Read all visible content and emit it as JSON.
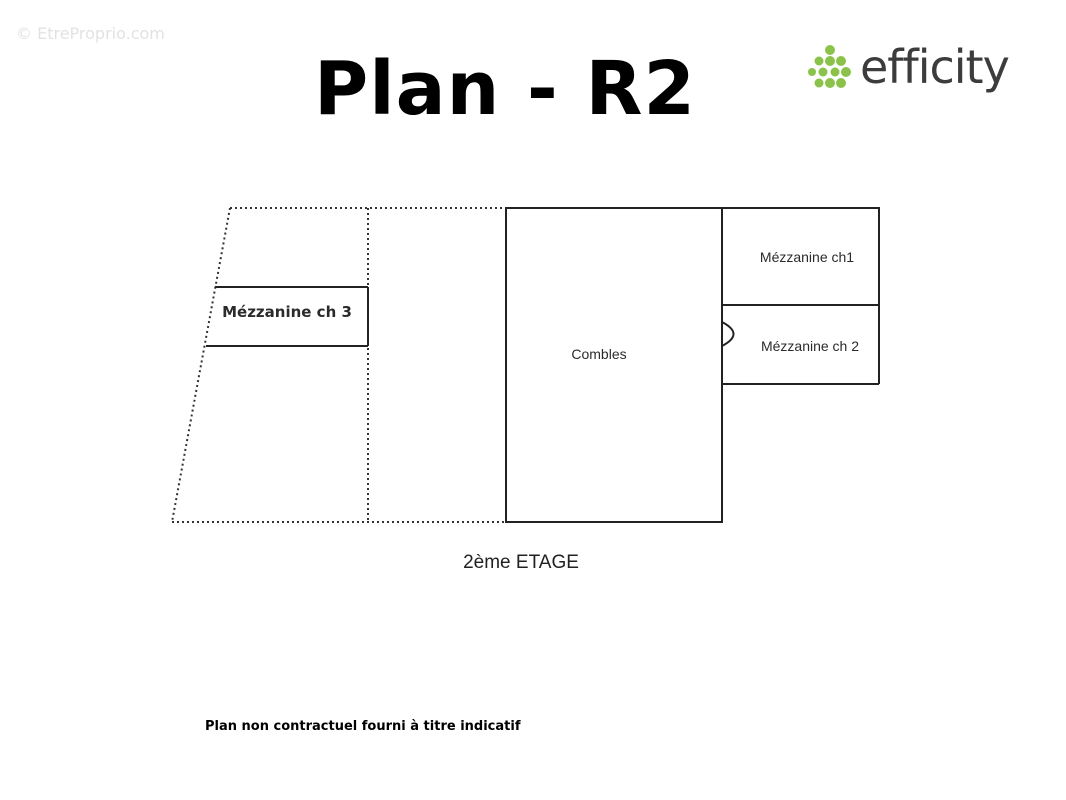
{
  "watermark": "© EtreProprio.com",
  "title": "Plan - R2",
  "logo": {
    "text": "efficity",
    "dot_color": "#8bc34a"
  },
  "rooms": {
    "mezzanine_ch3": "Mézzanine ch 3",
    "combles": "Combles",
    "mezzanine_ch1": "Mézzanine ch1",
    "mezzanine_ch2": "Mézzanine ch 2"
  },
  "floor_label": "2ème ETAGE",
  "disclaimer": "Plan non contractuel fourni à titre indicatif"
}
